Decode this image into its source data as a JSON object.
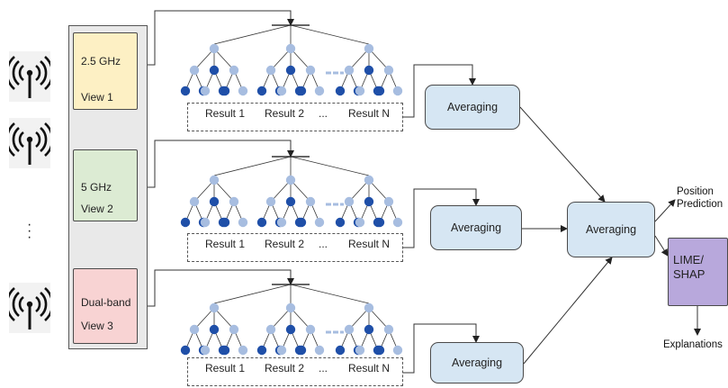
{
  "views": [
    {
      "freq": "2.5 GHz",
      "name": "View 1",
      "fill": "#fdf0c4"
    },
    {
      "freq": "5 GHz",
      "name": "View 2",
      "fill": "#dcebd3"
    },
    {
      "freq": "Dual-band",
      "name": "View 3",
      "fill": "#f8d3d3"
    }
  ],
  "results": {
    "r1": "Result 1",
    "r2": "Result 2",
    "ellipsis": "...",
    "rn": "Result N"
  },
  "averaging_label": "Averaging",
  "output": {
    "position": "Position\nPrediction",
    "lime": "LIME/\nSHAP",
    "explanations": "Explanations"
  },
  "colors": {
    "averaging_fill": "#d6e6f3",
    "lime_fill": "#b8a8dc",
    "node_dark": "#1f4fa8",
    "node_light": "#a7bde0",
    "panel": "#e9e9e9"
  },
  "icons": [
    "antenna-icon",
    "antenna-icon",
    "vertical-ellipsis",
    "antenna-icon"
  ]
}
